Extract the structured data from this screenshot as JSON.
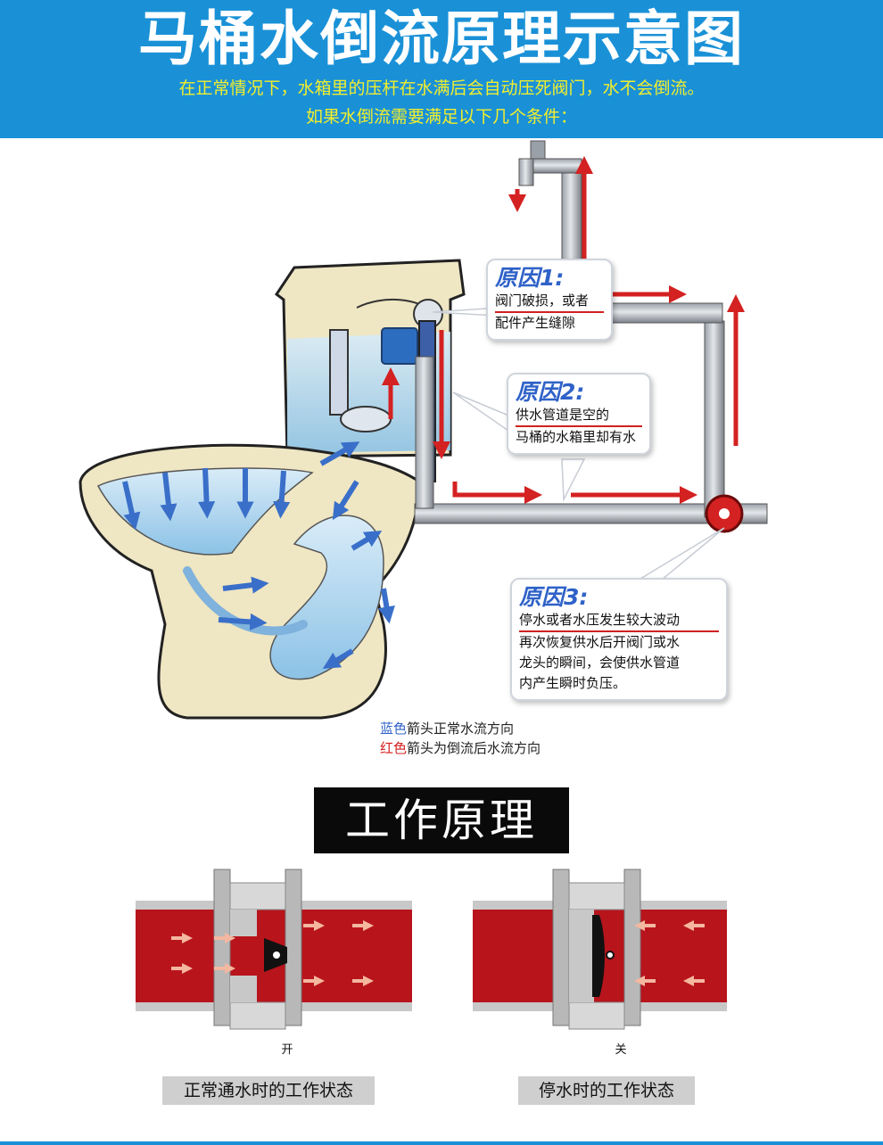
{
  "header": {
    "title": "马桶水倒流原理示意图",
    "line1": "在正常情况下，水箱里的压杆在水满后会自动压死阀门，水不会倒流。",
    "line2": "如果水倒流需要满足以下几个条件："
  },
  "causes": [
    {
      "title": "原因1:",
      "lines": [
        "阀门破损，或者",
        "配件产生缝隙"
      ]
    },
    {
      "title": "原因2:",
      "lines": [
        "供水管道是空的",
        "马桶的水箱里却有水"
      ]
    },
    {
      "title": "原因3:",
      "lines": [
        "停水或者水压发生较大波动",
        "再次恢复供水后开阀门或水",
        "龙头的瞬间，会使供水管道",
        "内产生瞬时负压。"
      ]
    }
  ],
  "legend": {
    "blue_word": "蓝色",
    "blue_rest": "箭头正常水流方向",
    "red_word": "红色",
    "red_rest": "箭头为倒流后水流方向"
  },
  "section_title": "工作原理",
  "valves": {
    "open_label": "开",
    "close_label": "关",
    "open_caption": "正常通水时的工作状态",
    "close_caption": "停水时的工作状态"
  },
  "colors": {
    "header_bg": "#1a91d7",
    "subtitle": "#f2ee2c",
    "blue_arrow": "#3a6fc9",
    "red_arrow": "#d42121",
    "valve_fill": "#b8141c"
  }
}
